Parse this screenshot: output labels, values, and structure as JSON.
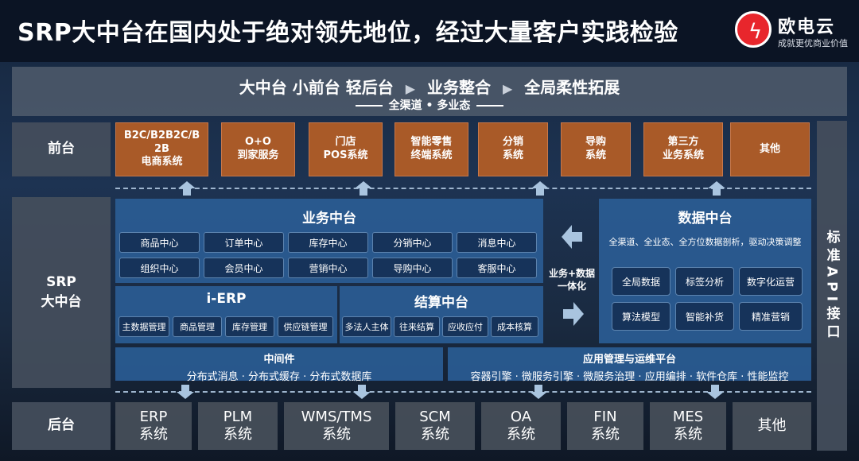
{
  "header": {
    "title": "SRP大中台在国内处于绝对领先地位，经过大量客户实践检验",
    "logo_name": "欧电云",
    "logo_slogan": "成就更优商业价值"
  },
  "banner": {
    "part1": "大中台 小前台 轻后台",
    "part2": "业务整合",
    "part3": "全局柔性拓展",
    "sub": "全渠道 • 多业态"
  },
  "side_labels": {
    "front": "前台",
    "middle": "SRP\n大中台",
    "back": "后台",
    "right": "标准API接口"
  },
  "front_systems": [
    "B2C/B2B2C/B\n2B\n电商系统",
    "O+O\n到家服务",
    "门店\nPOS系统",
    "智能零售\n终端系统",
    "分销\n系统",
    "导购\n系统",
    "第三方\n业务系统",
    "其他"
  ],
  "business_center": {
    "title": "业务中台",
    "row1": [
      "商品中心",
      "订单中心",
      "库存中心",
      "分销中心",
      "消息中心"
    ],
    "row2": [
      "组织中心",
      "会员中心",
      "营销中心",
      "导购中心",
      "客服中心"
    ]
  },
  "ierp": {
    "title": "i-ERP",
    "items": [
      "主数据管理",
      "商品管理",
      "库存管理",
      "供应链管理"
    ]
  },
  "settlement": {
    "title": "结算中台",
    "items": [
      "多法人主体",
      "往来结算",
      "应收应付",
      "成本核算"
    ]
  },
  "integration_label": "业务+数据\n一体化",
  "data_center": {
    "title": "数据中台",
    "desc": "全渠道、全业态、全方位数据剖析，驱动决策调整",
    "row1": [
      "全局数据",
      "标签分析",
      "数字化运营"
    ],
    "row2": [
      "算法模型",
      "智能补货",
      "精准营销"
    ]
  },
  "middleware": {
    "title": "中间件",
    "desc": "分布式消息 · 分布式缓存 · 分布式数据库"
  },
  "ops_platform": {
    "title": "应用管理与运维平台",
    "desc": "容器引擎 · 微服务引擎 · 微服务治理 · 应用编排 · 软件仓库 · 性能监控"
  },
  "back_systems": [
    "ERP\n系统",
    "PLM\n系统",
    "WMS/TMS\n系统",
    "SCM\n系统",
    "OA\n系统",
    "FIN\n系统",
    "MES\n系统",
    "其他"
  ],
  "colors": {
    "front_box": "#a95a28",
    "panel": "#2a5c94",
    "back_box": "#464e58",
    "logo_red": "#e8262c"
  }
}
